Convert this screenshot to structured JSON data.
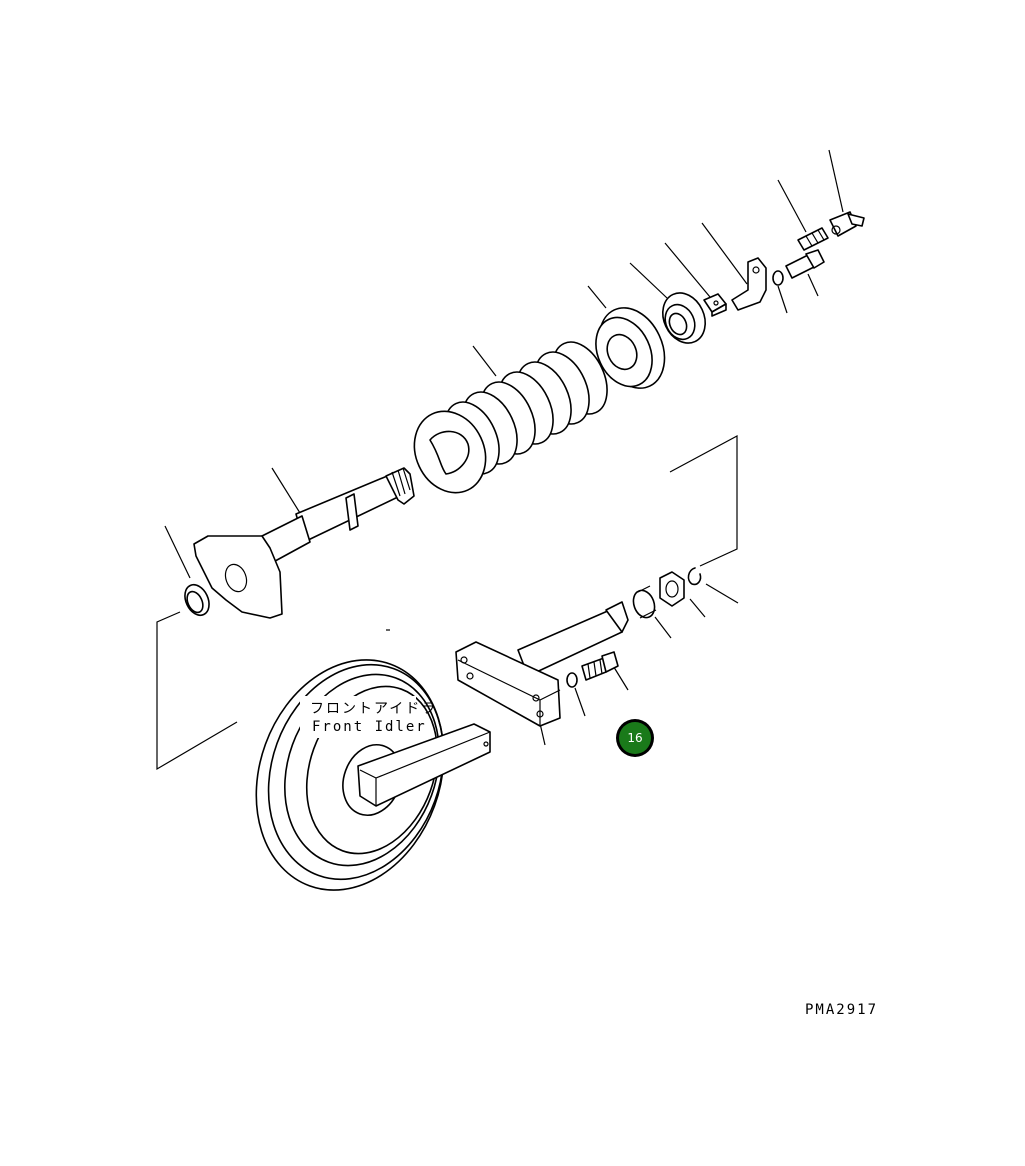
{
  "diagram": {
    "idler_label_jp": "フロントアイドラ",
    "idler_label_en": "Front Idler",
    "drawing_code": "PMA2917",
    "highlight": {
      "number": "16",
      "color": "#1a7a1a"
    }
  }
}
